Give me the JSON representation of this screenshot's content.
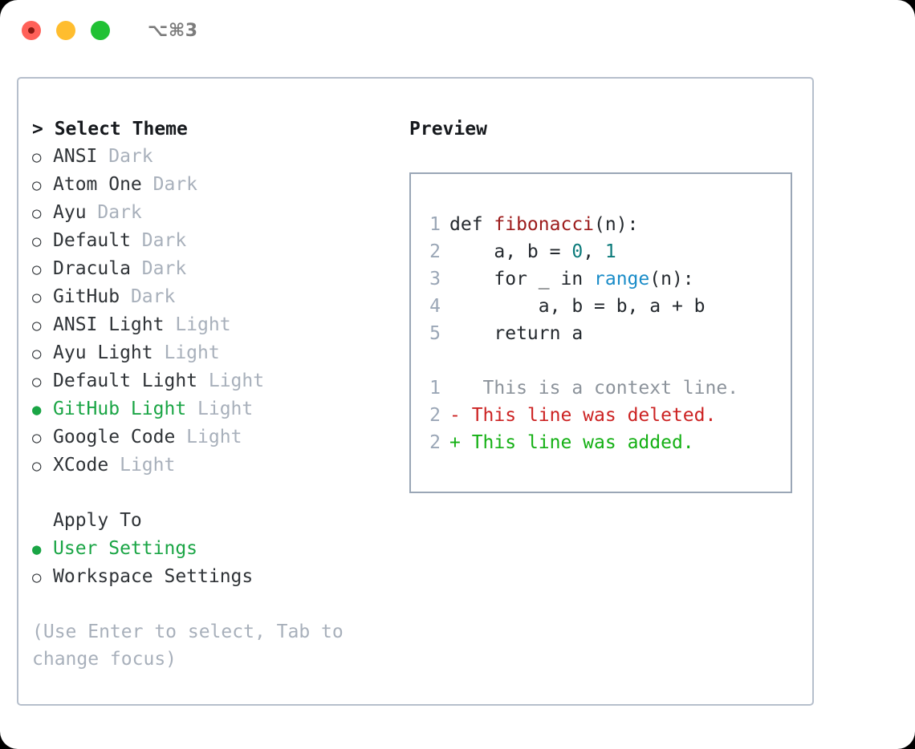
{
  "titlebar": {
    "shortcut": "⌥⌘3",
    "lights": [
      {
        "name": "close",
        "color": "#ff6159"
      },
      {
        "name": "minimize",
        "color": "#ffbd2e"
      },
      {
        "name": "maximize",
        "color": "#21c134"
      }
    ]
  },
  "theme_list": {
    "header": "> Select Theme",
    "items": [
      {
        "bullet": "○",
        "label": "ANSI",
        "variant": "Dark",
        "selected": false
      },
      {
        "bullet": "○",
        "label": "Atom One",
        "variant": "Dark",
        "selected": false
      },
      {
        "bullet": "○",
        "label": "Ayu",
        "variant": "Dark",
        "selected": false
      },
      {
        "bullet": "○",
        "label": "Default",
        "variant": "Dark",
        "selected": false
      },
      {
        "bullet": "○",
        "label": "Dracula",
        "variant": "Dark",
        "selected": false
      },
      {
        "bullet": "○",
        "label": "GitHub",
        "variant": "Dark",
        "selected": false
      },
      {
        "bullet": "○",
        "label": "ANSI Light",
        "variant": "Light",
        "selected": false
      },
      {
        "bullet": "○",
        "label": "Ayu Light",
        "variant": "Light",
        "selected": false
      },
      {
        "bullet": "○",
        "label": "Default Light",
        "variant": "Light",
        "selected": false
      },
      {
        "bullet": "●",
        "label": "GitHub Light",
        "variant": "Light",
        "selected": true
      },
      {
        "bullet": "○",
        "label": "Google Code",
        "variant": "Light",
        "selected": false
      },
      {
        "bullet": "○",
        "label": "XCode",
        "variant": "Light",
        "selected": false
      }
    ]
  },
  "apply_to": {
    "header": "Apply To",
    "items": [
      {
        "bullet": "●",
        "label": "User Settings",
        "selected": true
      },
      {
        "bullet": "○",
        "label": "Workspace Settings",
        "selected": false
      }
    ]
  },
  "hint": "(Use Enter to select, Tab to change focus)",
  "preview": {
    "title": "Preview",
    "code_lines": [
      {
        "number": "1",
        "tokens": [
          {
            "text": "def ",
            "type": "plain"
          },
          {
            "text": "fibonacci",
            "type": "fn"
          },
          {
            "text": "(n):",
            "type": "plain"
          }
        ]
      },
      {
        "number": "2",
        "tokens": [
          {
            "text": "    a, b = ",
            "type": "plain"
          },
          {
            "text": "0",
            "type": "num"
          },
          {
            "text": ", ",
            "type": "plain"
          },
          {
            "text": "1",
            "type": "num"
          }
        ]
      },
      {
        "number": "3",
        "tokens": [
          {
            "text": "    for _ in ",
            "type": "plain"
          },
          {
            "text": "range",
            "type": "call"
          },
          {
            "text": "(n):",
            "type": "plain"
          }
        ]
      },
      {
        "number": "4",
        "tokens": [
          {
            "text": "        a, b = b, a + b",
            "type": "plain"
          }
        ]
      },
      {
        "number": "5",
        "tokens": [
          {
            "text": "    return a",
            "type": "plain"
          }
        ]
      }
    ],
    "diff_lines": [
      {
        "number": "1",
        "marker": " ",
        "text": "  This is a context line.",
        "type": "context"
      },
      {
        "number": "2",
        "marker": "-",
        "text": " This line was deleted.",
        "type": "deleted"
      },
      {
        "number": "2",
        "marker": "+",
        "text": " This line was added.",
        "type": "added"
      }
    ]
  },
  "colors": {
    "accent_green": "#1aa545",
    "muted": "#a8b0bb",
    "border": "#b6bfcc",
    "preview_border": "#9aa6b6",
    "fn": "#9c1b1b",
    "num": "#0b7a7a",
    "call": "#1a8cc8",
    "diff_add": "#14b014",
    "diff_del": "#cc2222",
    "diff_ctx": "#8c939b"
  }
}
